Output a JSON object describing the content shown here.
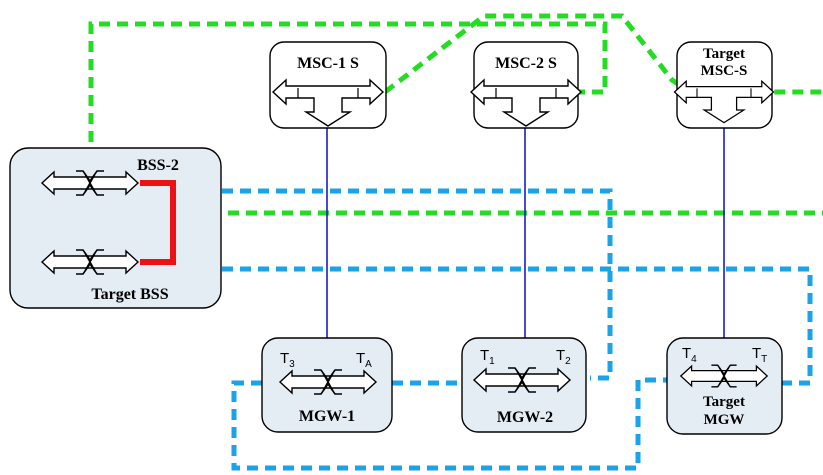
{
  "nodes": {
    "msc1": {
      "label": "MSC-1 S"
    },
    "msc2": {
      "label": "MSC-2 S"
    },
    "target_msc": {
      "label_line1": "Target",
      "label_line2": "MSC-S"
    },
    "bss2": {
      "label": "BSS-2"
    },
    "target_bss": {
      "label": "Target BSS"
    },
    "mgw1": {
      "label": "MGW-1",
      "term_left": "T",
      "term_left_sub": "3",
      "term_right": "T",
      "term_right_sub": "A"
    },
    "mgw2": {
      "label": "MGW-2",
      "term_left": "T",
      "term_left_sub": "1",
      "term_right": "T",
      "term_right_sub": "2"
    },
    "target_mgw": {
      "label_line1": "Target",
      "label_line2": "MGW",
      "term_left": "T",
      "term_left_sub": "4",
      "term_right": "T",
      "term_right_sub": "T"
    }
  },
  "colors": {
    "control_path": "#22dd22",
    "bearer_path": "#1aa3e8",
    "bss_link": "#ee1111",
    "msc_mgw_link": "#1a1acc",
    "box_fill": "#e4ecf4",
    "box_stroke": "#000000"
  },
  "icons": {
    "switch": "switch-arrow-icon"
  }
}
